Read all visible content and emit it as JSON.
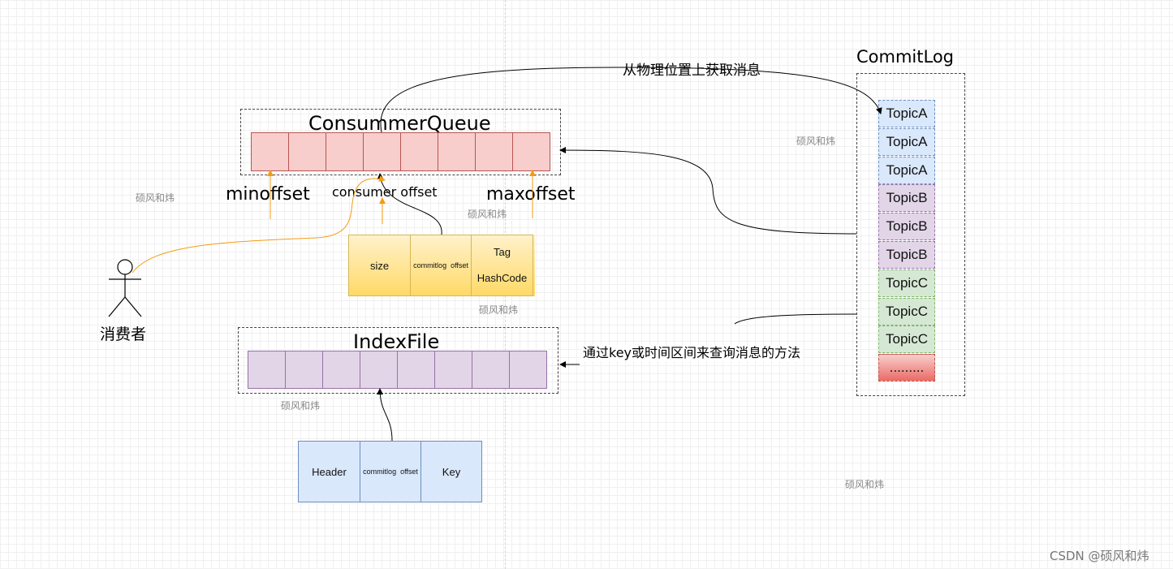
{
  "consumer_queue": {
    "title": "ConsummerQueue",
    "cell_count": 8
  },
  "offsets": {
    "min": "minoffset",
    "consumer": "consumer offset",
    "max": "maxoffset"
  },
  "cq_entry": {
    "size": "size",
    "commitlog_offset": "commitlog  offset",
    "tag_line1": "Tag",
    "tag_line2": "HashCode"
  },
  "consumer_actor": {
    "label": "消费者"
  },
  "index_file": {
    "title": "IndexFile",
    "cell_count": 8
  },
  "index_entry": {
    "header": "Header",
    "commitlog_offset": "commitlog  offset",
    "key": "Key"
  },
  "commitlog": {
    "title": "CommitLog",
    "topics": [
      "TopicA",
      "TopicA",
      "TopicA",
      "TopicB",
      "TopicB",
      "TopicB",
      "TopicC",
      "TopicC",
      "TopicC",
      "........."
    ]
  },
  "annotations": {
    "physical": "从物理位置上获取消息",
    "query": "通过key或时间区间来查询消息的方法"
  },
  "watermark": "硕风和炜",
  "credit": "CSDN @硕风和炜",
  "colors": {
    "cq_fill": "#f8cecc",
    "cq_stroke": "#b85450",
    "index_fill": "#e1d5e7",
    "index_stroke": "#9673a6",
    "topic_a": "#dae8fc",
    "topic_b": "#e1d5e7",
    "topic_c": "#d5e8d4",
    "consumer_link": "#f39c12"
  }
}
